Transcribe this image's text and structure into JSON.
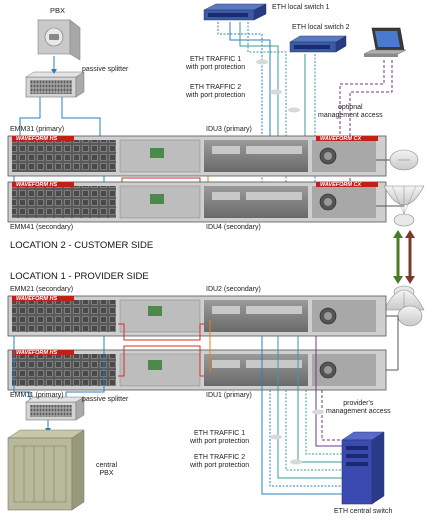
{
  "devices": {
    "pbx_top": "PBX",
    "splitter_top": "passive splitter",
    "eth_switch_1": "ETH local switch 1",
    "eth_switch_2": "ETH local switch 2",
    "splitter_bottom": "passive splitter",
    "central_pbx": "central\nPBX",
    "central_switch": "ETH central switch"
  },
  "traffic_top": {
    "traffic1": "ETH TRAFFIC 1\nwith port protection",
    "traffic2": "ETH TRAFFIC 2\nwith port protection",
    "mgmt": "optional\nmanagement access"
  },
  "traffic_bottom": {
    "mgmt": "provider's\nmanagement access",
    "traffic1": "ETH TRAFFIC 1\nwith port protection",
    "traffic2": "ETH TRAFFIC 2\nwith port protection"
  },
  "units": {
    "emm31": "EMM31 (primary)",
    "idu3": "IDU3 (primary)",
    "emm41": "EMM41 (secondary)",
    "idu4": "IDU4 (secondary)",
    "emm21": "EMM21 (secondary)",
    "idu2": "IDU2 (secondary)",
    "emm11": "EMM11 (primary)",
    "idu1": "IDU1 (primary)"
  },
  "locations": {
    "customer": "LOCATION 2 - CUSTOMER SIDE",
    "provider": "LOCATION 1 - PROVIDER SIDE"
  },
  "brands": {
    "hs": "WAVEFORM HS",
    "cx": "WAVEFORM CX"
  },
  "colors": {
    "blue_cable": "#2a7fc0",
    "teal_cable": "#3a9a9a",
    "purple_cable": "#6a3a8a",
    "red_cable": "#d03020",
    "orange_cable": "#e08020",
    "brand_red": "#c0201a",
    "link_green": "#4a7a2a",
    "link_brown": "#7a3a2a"
  }
}
